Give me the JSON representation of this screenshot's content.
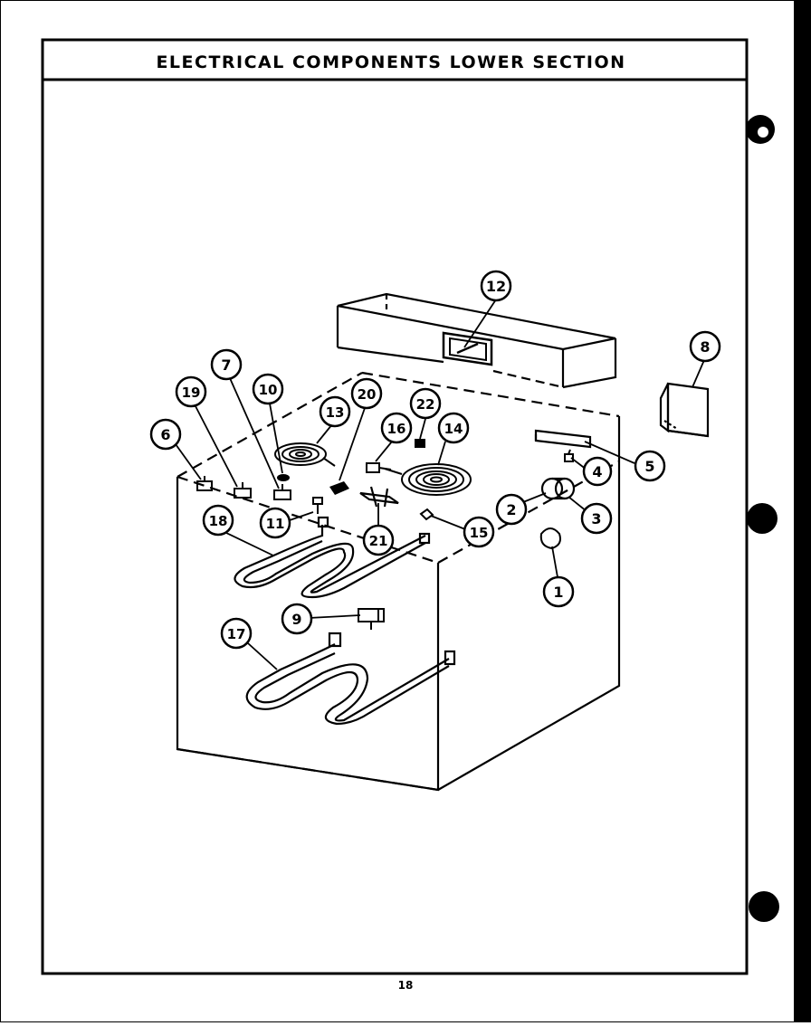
{
  "title": "ELECTRICAL COMPONENTS LOWER SECTION",
  "page_number": "18",
  "callouts": [
    {
      "id": "1",
      "label": "1"
    },
    {
      "id": "2",
      "label": "2"
    },
    {
      "id": "3",
      "label": "3"
    },
    {
      "id": "4",
      "label": "4"
    },
    {
      "id": "5",
      "label": "5"
    },
    {
      "id": "6",
      "label": "6"
    },
    {
      "id": "7",
      "label": "7"
    },
    {
      "id": "8",
      "label": "8"
    },
    {
      "id": "9",
      "label": "9"
    },
    {
      "id": "10",
      "label": "10"
    },
    {
      "id": "11",
      "label": "11"
    },
    {
      "id": "12",
      "label": "12"
    },
    {
      "id": "13",
      "label": "13"
    },
    {
      "id": "14",
      "label": "14"
    },
    {
      "id": "15",
      "label": "15"
    },
    {
      "id": "16",
      "label": "16"
    },
    {
      "id": "17",
      "label": "17"
    },
    {
      "id": "18",
      "label": "18"
    },
    {
      "id": "19",
      "label": "19"
    },
    {
      "id": "20",
      "label": "20"
    },
    {
      "id": "21",
      "label": "21"
    },
    {
      "id": "22",
      "label": "22"
    }
  ],
  "colors": {
    "ink": "#000000",
    "paper": "#ffffff"
  }
}
